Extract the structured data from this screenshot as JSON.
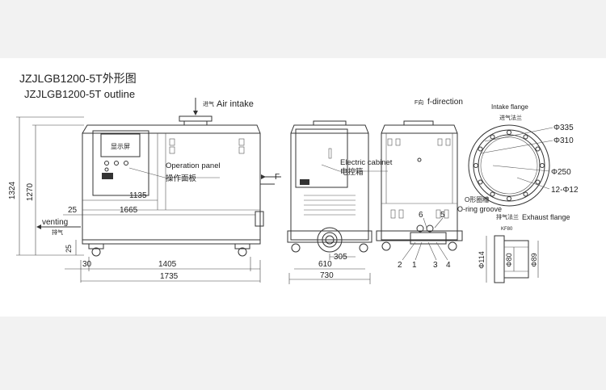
{
  "title_cn": "JZJLGB1200-5T外形图",
  "title_en": "JZJLGB1200-5T outline",
  "labels": {
    "air_intake_cn": "进气",
    "air_intake_en": "Air intake",
    "f_direction_cn": "F向",
    "f_direction_en": "f-direction",
    "f_arrow": "F",
    "operation_panel_en": "Operation panel",
    "operation_panel_cn": "操作面板",
    "electric_cabinet_en": "Electric cabinet",
    "electric_cabinet_cn": "电控箱",
    "venting_en": "venting",
    "venting_cn": "排气",
    "intake_flange_en": "Intake flange",
    "intake_flange_cn": "进气法兰",
    "oring_cn": "O形圈槽",
    "oring_en": "O-ring groove",
    "exhaust_flange_cn": "排气法兰",
    "exhaust_flange_en": "Exhaust flange",
    "kf_code": "KF80",
    "screen_text": "显示屏"
  },
  "dimensions": {
    "d1324": "1324",
    "d1270": "1270",
    "d1135": "1135",
    "d1665": "1665",
    "d25a": "25",
    "d25b": "25",
    "d30": "30",
    "d1405": "1405",
    "d1735": "1735",
    "d305": "305",
    "d610": "610",
    "d730": "730",
    "d335": "Φ335",
    "d310": "Φ310",
    "d250": "Φ250",
    "holes": "12-Φ12",
    "d114": "Φ114",
    "d80": "Φ80",
    "d89": "Φ89"
  },
  "part_numbers": [
    "1",
    "2",
    "3",
    "4",
    "5",
    "6"
  ]
}
